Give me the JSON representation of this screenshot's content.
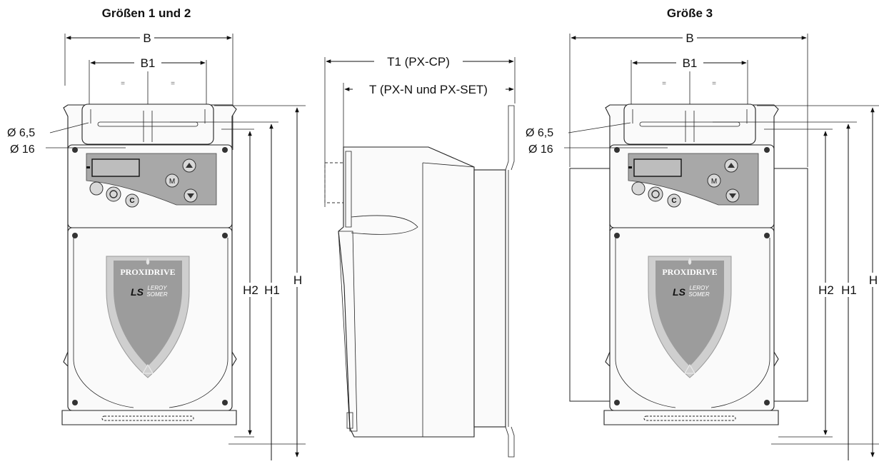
{
  "figure": {
    "left_title": "Größen 1 und 2",
    "right_title": "Größe 3"
  },
  "dimensions": {
    "B": "B",
    "B1": "B1",
    "H": "H",
    "H1": "H1",
    "H2": "H2",
    "T1": "T1 (PX-CP)",
    "T": "T (PX-N und PX-SET)",
    "hole_small": "Ø 6,5",
    "hole_large": "Ø 16",
    "equal": "="
  },
  "keypad": {
    "mode_key": "M",
    "reset_key": "C"
  },
  "logo": {
    "product": "PROXIDRIVE",
    "maker_line1": "LEROY",
    "maker_line2": "SOMER",
    "maker_mark": "LS"
  }
}
